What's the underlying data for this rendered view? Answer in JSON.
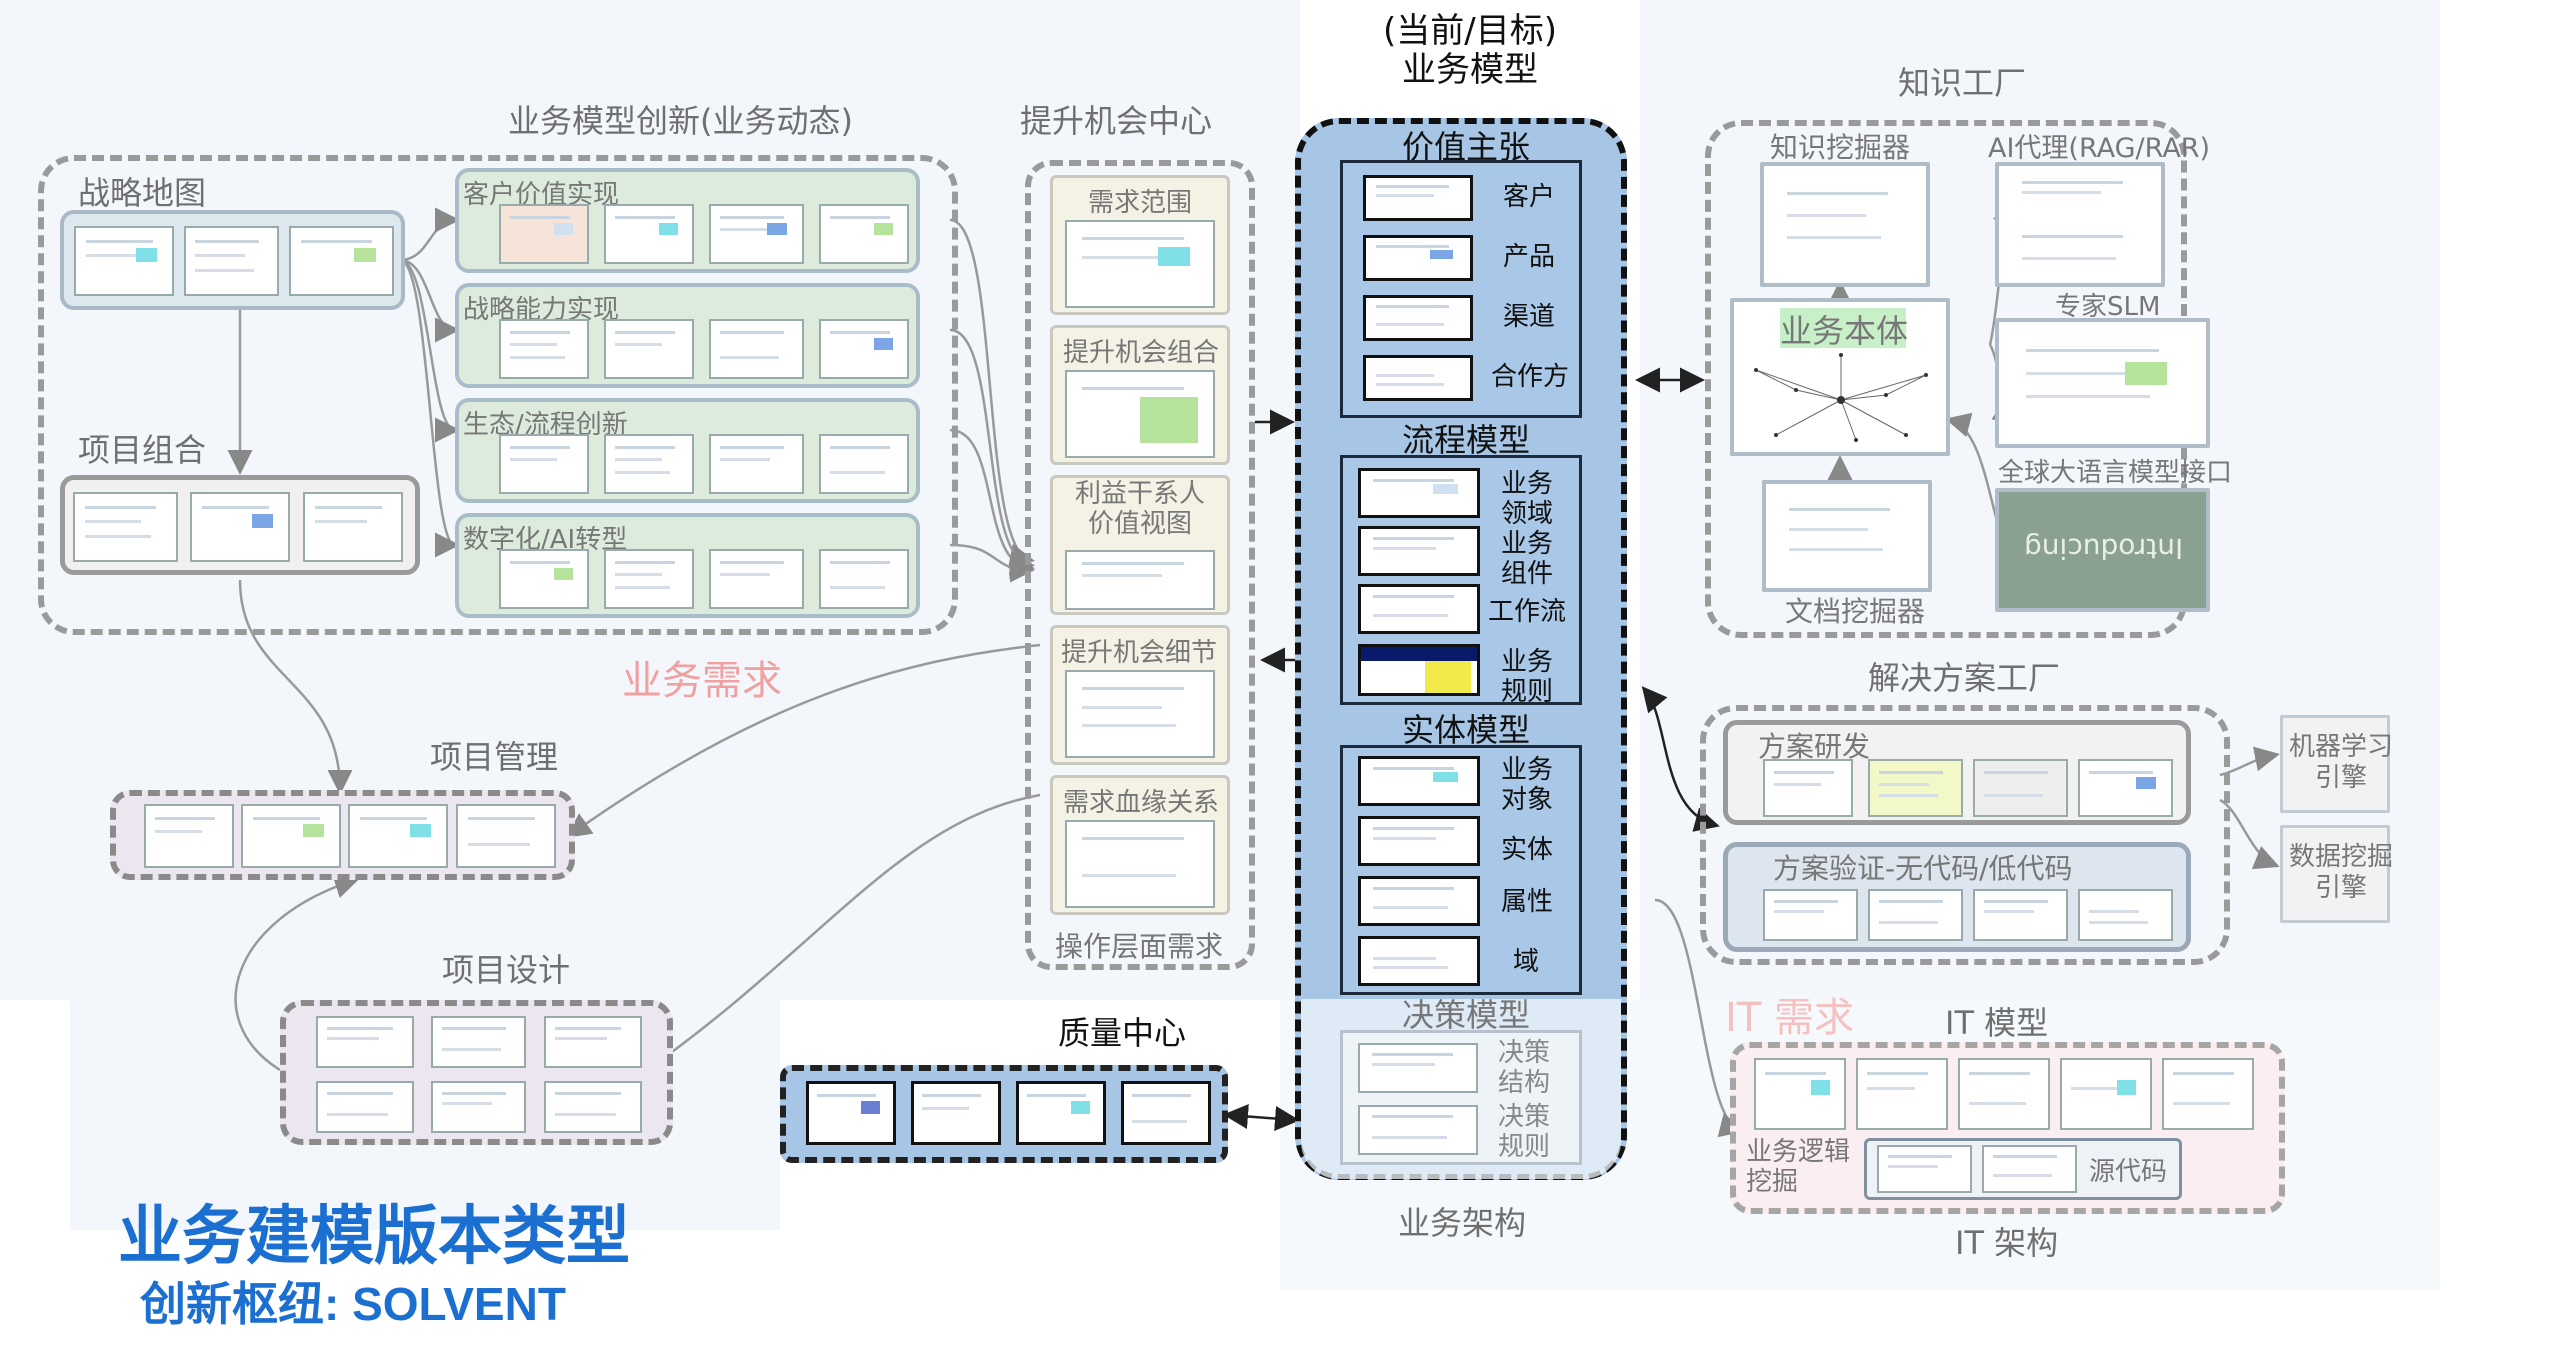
{
  "main_title": "业务建模版本类型",
  "sub_title": "创新枢纽: SOLVENT",
  "innovation": {
    "title": "业务模型创新(业务动态)",
    "strategy_map": "战略地图",
    "portfolio": "项目组合",
    "rows": [
      "客户价值实现",
      "战略能力实现",
      "生态/流程创新",
      "数字化/AI转型"
    ]
  },
  "business_demand": "业务需求",
  "project_mgmt": "项目管理",
  "project_design": "项目设计",
  "opportunity": {
    "title": "提升机会中心",
    "cells": [
      "需求范围",
      "提升机会组合",
      "利益干系人\n价值视图",
      "提升机会细节",
      "需求血缘关系"
    ],
    "footer": "操作层面需求"
  },
  "quality_center": "质量中心",
  "core": {
    "heading": "(当前/目标)\n业务模型",
    "footer": "业务架构",
    "sections": [
      {
        "title": "价值主张",
        "items": [
          "客户",
          "产品",
          "渠道",
          "合作方"
        ]
      },
      {
        "title": "流程模型",
        "items": [
          "业务\n领域",
          "业务\n组件",
          "工作流",
          "业务\n规则"
        ]
      },
      {
        "title": "实体模型",
        "items": [
          "业务\n对象",
          "实体",
          "属性",
          "域"
        ]
      },
      {
        "title": "决策模型",
        "items": [
          "决策\n结构",
          "决策\n规则"
        ]
      }
    ]
  },
  "knowledge": {
    "title": "知识工厂",
    "miner": "知识挖掘器",
    "agent": "AI代理(RAG/RAR)",
    "ontology": "业务本体",
    "slm": "专家SLM",
    "llm": "全球大语言模型接口",
    "doc_miner": "文档挖掘器",
    "intro_text": "Introducing"
  },
  "solution": {
    "title": "解决方案工厂",
    "research": "方案研发",
    "validation": "方案验证-无代码/低代码",
    "ml": "机器学习\n引擎",
    "dm": "数据挖掘\n引擎"
  },
  "it": {
    "demand": "IT 需求",
    "model": "IT 模型",
    "logic_mining": "业务逻辑\n挖掘",
    "source_code": "源代码",
    "arch": "IT 架构"
  },
  "colors": {
    "title_blue": "#1a6fd0",
    "core_fill": "#a7c6e6",
    "demand_red": "#f0a0a0"
  }
}
